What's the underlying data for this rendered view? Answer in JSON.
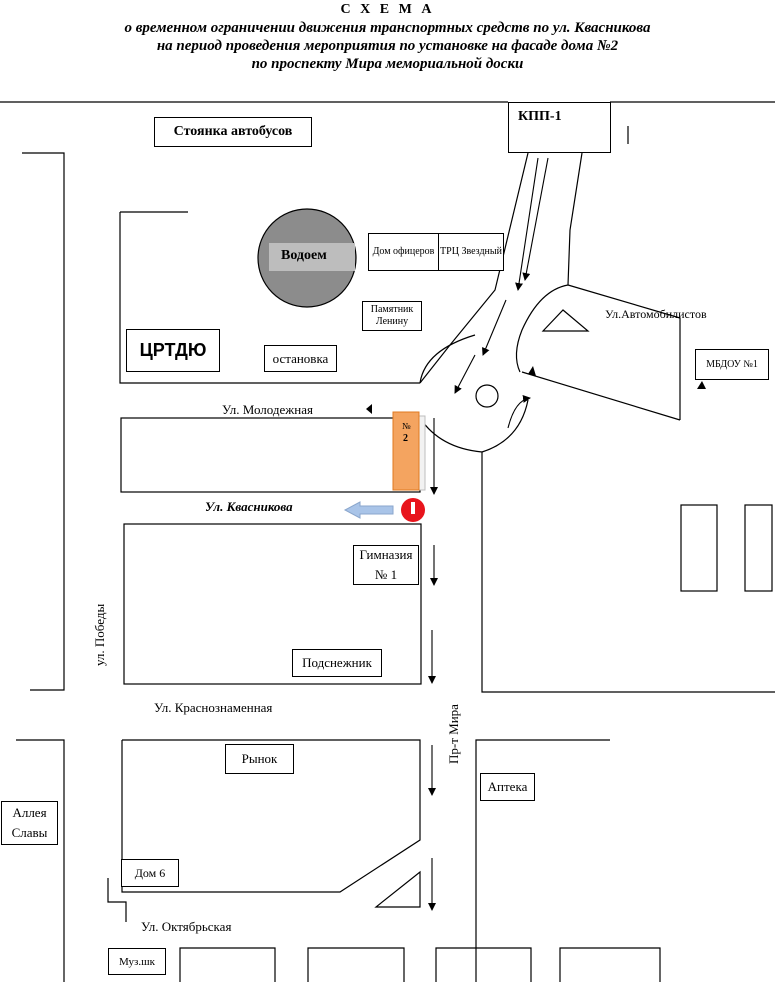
{
  "header": {
    "heading": "С Х Е М А",
    "line1": "о временном ограничении движения транспортных средств по ул. Квасникова",
    "line2": "на период проведения мероприятия по установке на фасаде дома №2",
    "line3": "по проспекту Мира мемориальной доски"
  },
  "labels": {
    "bus_parking": "Стоянка автобусов",
    "kpp": "КПП-1",
    "reservoir": "Водоем",
    "officers_house": "Дом офицеров",
    "trc": "ТРЦ Звездный",
    "lenin_monument": "Памятник Ленину",
    "avtomobilistov": "Ул.Автомобилистов",
    "mbdou": "МБДОУ №1",
    "crtdyu": "ЦРТДЮ",
    "stop": "остановка",
    "molodezhnaya": "Ул. Молодежная",
    "house2_num": "№",
    "house2_val": "2",
    "kvasnikova": "Ул. Квасникова",
    "gymnasium": "Гимназия № 1",
    "pobedy": "ул. Победы",
    "podsnezhnik": "Подснежник",
    "krasnoznamennaya": "Ул. Краснознаменная",
    "pr_mira": "Пр-т Мира",
    "market": "Рынок",
    "pharmacy": "Аптека",
    "alley": "Аллея Славы",
    "house6": "Дом 6",
    "oktyabrskaya": "Ул. Октябрьская",
    "music_school": "Муз.шк"
  },
  "colors": {
    "reservoir_fill": "#8c8c8c",
    "house2_fill": "#f4a460",
    "no_entry_red": "#e8141c",
    "detour_arrow": "#a9c4e8"
  }
}
